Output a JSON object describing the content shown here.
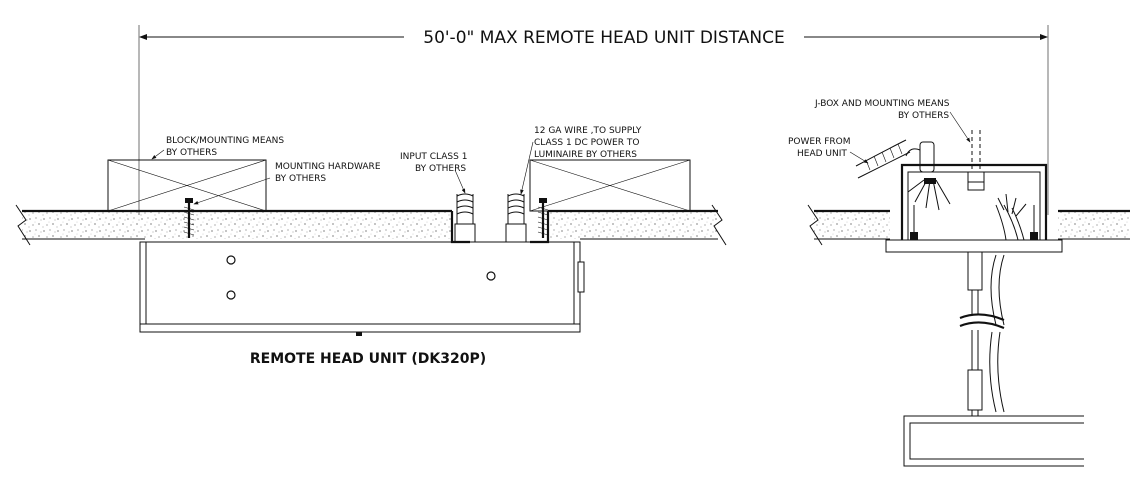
{
  "dimension": {
    "label": "50'-0\" MAX REMOTE HEAD UNIT DISTANCE"
  },
  "left_view": {
    "caption": "REMOTE HEAD UNIT (DK320P)",
    "callouts": {
      "block_mounting": [
        "BLOCK/MOUNTING MEANS",
        "BY OTHERS"
      ],
      "mounting_hardware": [
        "MOUNTING HARDWARE",
        "BY OTHERS"
      ],
      "input_class": [
        "INPUT CLASS 1",
        "BY OTHERS"
      ],
      "wire_supply": [
        "12 GA WIRE ,TO SUPPLY",
        "CLASS 1 DC POWER TO",
        "LUMINAIRE BY OTHERS"
      ]
    }
  },
  "right_view": {
    "callouts": {
      "jbox": [
        "J-BOX AND MOUNTING MEANS",
        "BY OTHERS"
      ],
      "power_from": [
        "POWER FROM",
        "HEAD UNIT"
      ]
    }
  }
}
